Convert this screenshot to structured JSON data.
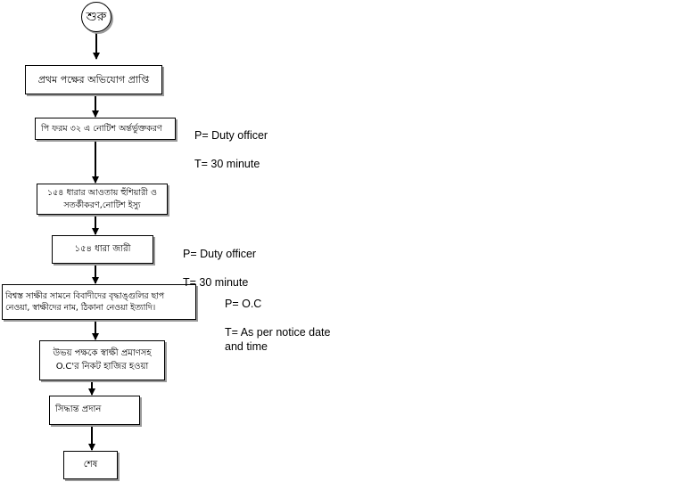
{
  "flowchart": {
    "start_label": "শুরু",
    "steps": [
      "প্রথম পক্ষের অভিযোগ প্রাপ্তি",
      "পি ফরম ৩২ এ নোটিশ অর্ন্তর্ভুক্তকরণ",
      "১৫৪ ধারার আওতায় হুঁশিয়ারী ও\nসতর্কীকরণ,নোটিশ ইস্যু",
      "১৫৪ ধারা জারী",
      "বিশ্বস্ত সাক্ষীর সামনে বিবাদীদের বৃদ্ধাঙ্গুলির ছাপ\nনেওয়া, স্বাক্ষীদের নাম, ঠিকানা নেওয়া ইত্যাদি।",
      "উভয় পক্ষকে স্বাক্ষী প্রমাণসহ\nO.C'র নিকট হাজির হওয়া",
      "সিদ্ধান্ত প্রদান",
      "শেষ"
    ]
  },
  "annotations": [
    {
      "person": "P= Duty officer",
      "time": "T= 30 minute"
    },
    {
      "person": "P= Duty officer",
      "time": "T= 30 minute"
    },
    {
      "person": "P= O.C",
      "time": "T= As per notice date\nand time"
    }
  ]
}
